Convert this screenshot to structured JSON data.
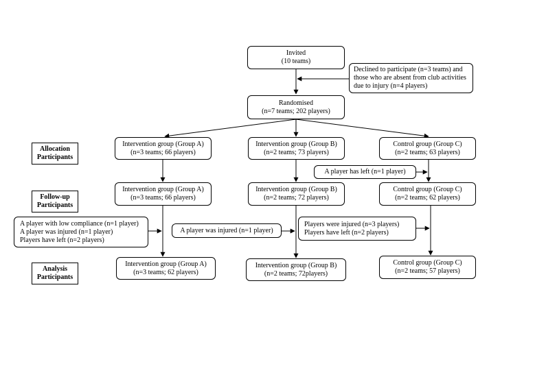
{
  "invited": [
    "Invited",
    "(10 teams)"
  ],
  "declined": [
    "Declined to participate (n=3 teams) and",
    "those who are absent from club activities",
    "due to injury (n=4 players)"
  ],
  "randomised": [
    "Randomised",
    "(n=7 teams; 202 players)"
  ],
  "stages": {
    "allocation": [
      "Allocation",
      "Participants"
    ],
    "followup": [
      "Follow-up",
      "Participants"
    ],
    "analysis": [
      "Analysis",
      "Participants"
    ]
  },
  "allocation": {
    "a": [
      "Intervention group (Group A)",
      "(n=3 teams; 66 players)"
    ],
    "b": [
      "Intervention group (Group B)",
      "(n=2 teams; 73 players)"
    ],
    "c": [
      "Control group (Group C)",
      "(n=2 teams; 63 players)"
    ]
  },
  "left_c_alloc": [
    "A player has left  (n=1 player)"
  ],
  "followup": {
    "a": [
      "Intervention group (Group A)",
      "(n=3 teams; 66 players)"
    ],
    "b": [
      "Intervention group (Group B)",
      "(n=2 teams; 72 players)"
    ],
    "c": [
      "Control group (Group C)",
      "(n=2 teams; 62 players)"
    ]
  },
  "excluded_a": [
    "A player with low compliance (n=1 player)",
    "A player was injured (n=1 player)",
    "Players have left (n=2 players)"
  ],
  "excluded_b": [
    "A player was injured (n=1 player)"
  ],
  "excluded_c": [
    "Players were injured (n=3 players)",
    "Players have left (n=2 players)"
  ],
  "analysis": {
    "a": [
      "Intervention group (Group A)",
      "(n=3 teams; 62 players)"
    ],
    "b": [
      "Intervention group (Group B)",
      "(n=2 teams; 72players)"
    ],
    "c": [
      "Control group (Group C)",
      "(n=2 teams; 57 players)"
    ]
  }
}
